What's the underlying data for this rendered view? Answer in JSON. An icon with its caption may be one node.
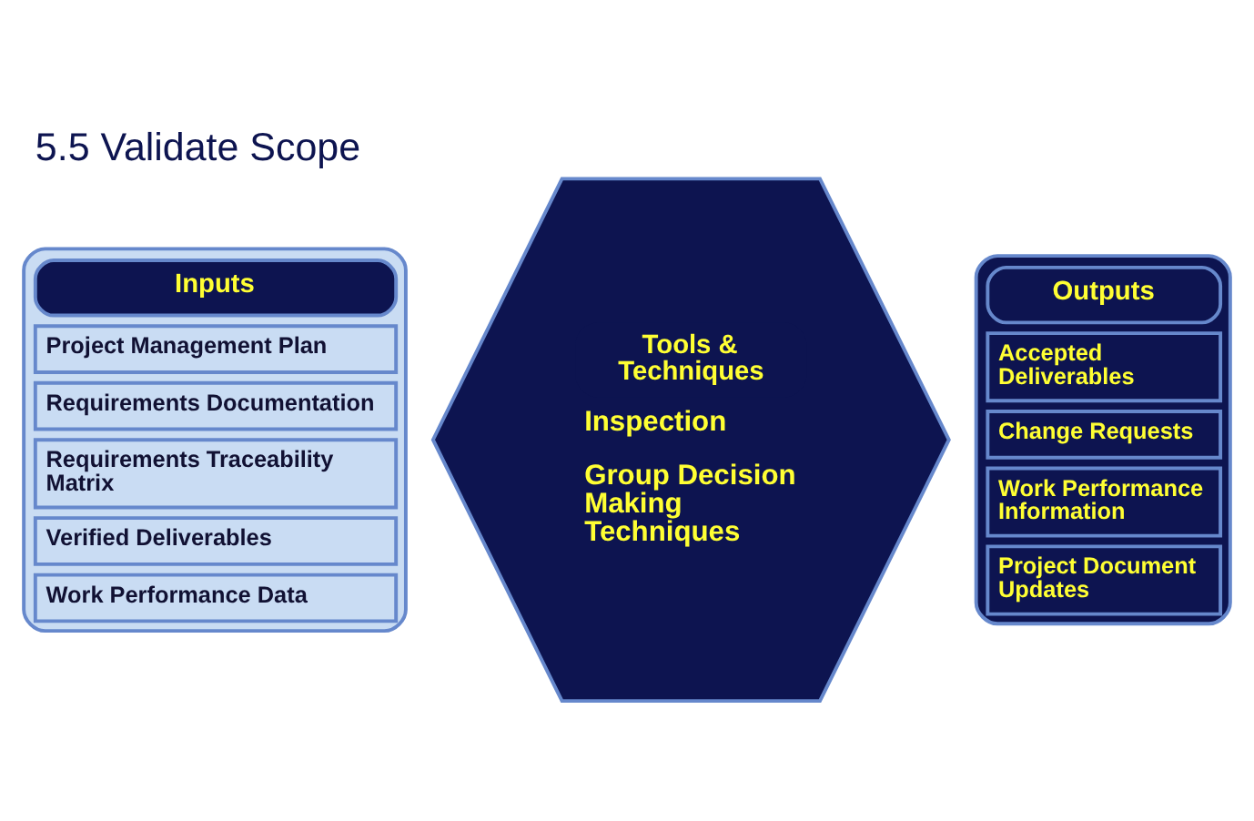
{
  "diagram": {
    "title": "5.5 Validate Scope",
    "nodes": [
      {
        "text": [
          "Inputs",
          "Project Management Plan",
          "Requirements Documentation",
          "Requirements Traceability Matrix",
          "Verified Deliverables",
          "Work Performance Data"
        ]
      },
      {
        "text": [
          "Tools & Techniques",
          "Inspection",
          "Group Decision Making Techniques"
        ]
      },
      {
        "text": [
          "Outputs",
          "Accepted Deliverables",
          "Change Requests",
          "Work Performance Information",
          "Project Document Updates"
        ]
      }
    ],
    "edges": []
  }
}
